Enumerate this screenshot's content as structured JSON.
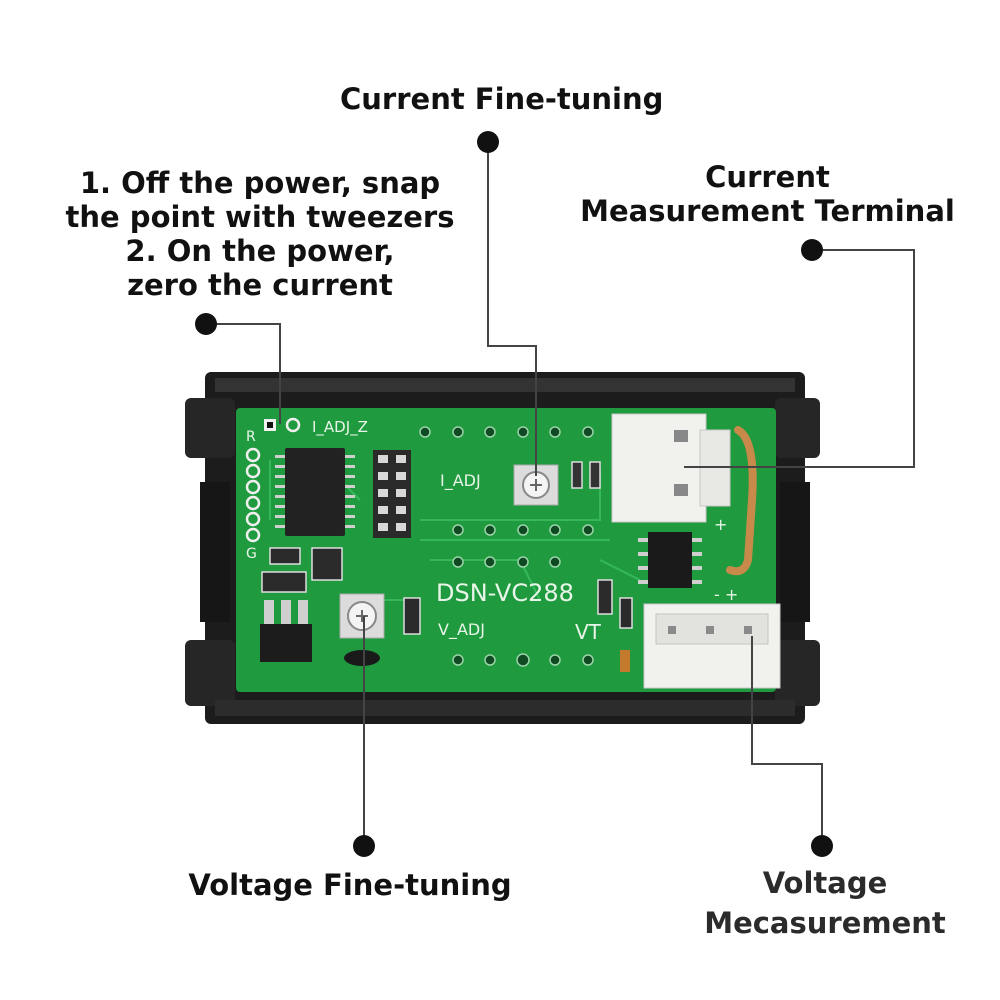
{
  "annotations": {
    "current_fine_tuning": "Current Fine-tuning",
    "zero_current_step1": "1. Off the power, snap",
    "zero_current_step1b": "the point with tweezers",
    "zero_current_step2": "2. On the power,",
    "zero_current_step2b": "zero the current",
    "current_terminal_line1": "Current",
    "current_terminal_line2": "Measurement Terminal",
    "voltage_fine_tuning": "Voltage Fine-tuning",
    "voltage_measurement_line1": "Voltage",
    "voltage_measurement_line2": "Mecasurement"
  },
  "board": {
    "model": "DSN-VC288",
    "i_adj_z": "I_ADJ_Z",
    "i_adj": "I_ADJ",
    "v_adj": "V_ADJ",
    "vt": "VT",
    "pin_labels": [
      "R",
      "G"
    ],
    "plus": "+",
    "minus_plus": "- +"
  },
  "colors": {
    "pcb": "#1f9a3f",
    "housing": "#1c1c1c",
    "connector": "#f1f1ee",
    "callout_line": "#444444",
    "callout_dot": "#111111"
  }
}
